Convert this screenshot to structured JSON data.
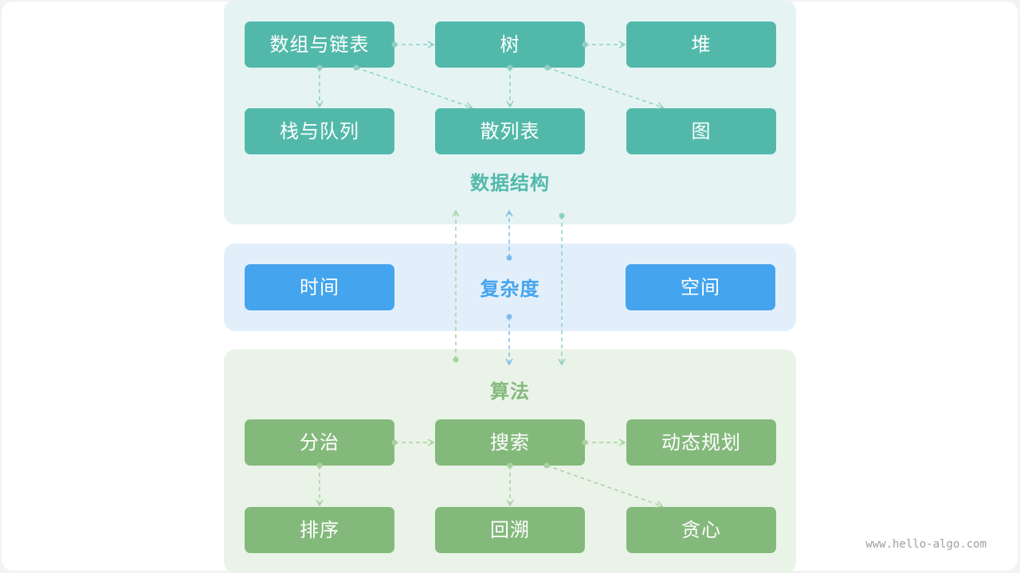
{
  "data_structures": {
    "title": "数据结构",
    "items": [
      "数组与链表",
      "树",
      "堆",
      "栈与队列",
      "散列表",
      "图"
    ]
  },
  "complexity": {
    "title": "复杂度",
    "items": [
      "时间",
      "空间"
    ]
  },
  "algorithms": {
    "title": "算法",
    "items": [
      "分治",
      "搜索",
      "动态规划",
      "排序",
      "回溯",
      "贪心"
    ]
  },
  "watermark": "www.hello-algo.com",
  "colors": {
    "ds_box": "#52b9aa",
    "ds_panel": "#e5f4f3",
    "complexity_box": "#44a4ee",
    "complexity_panel": "#e2effb",
    "algo_box": "#84b97c",
    "algo_panel": "#e9f3e7"
  }
}
